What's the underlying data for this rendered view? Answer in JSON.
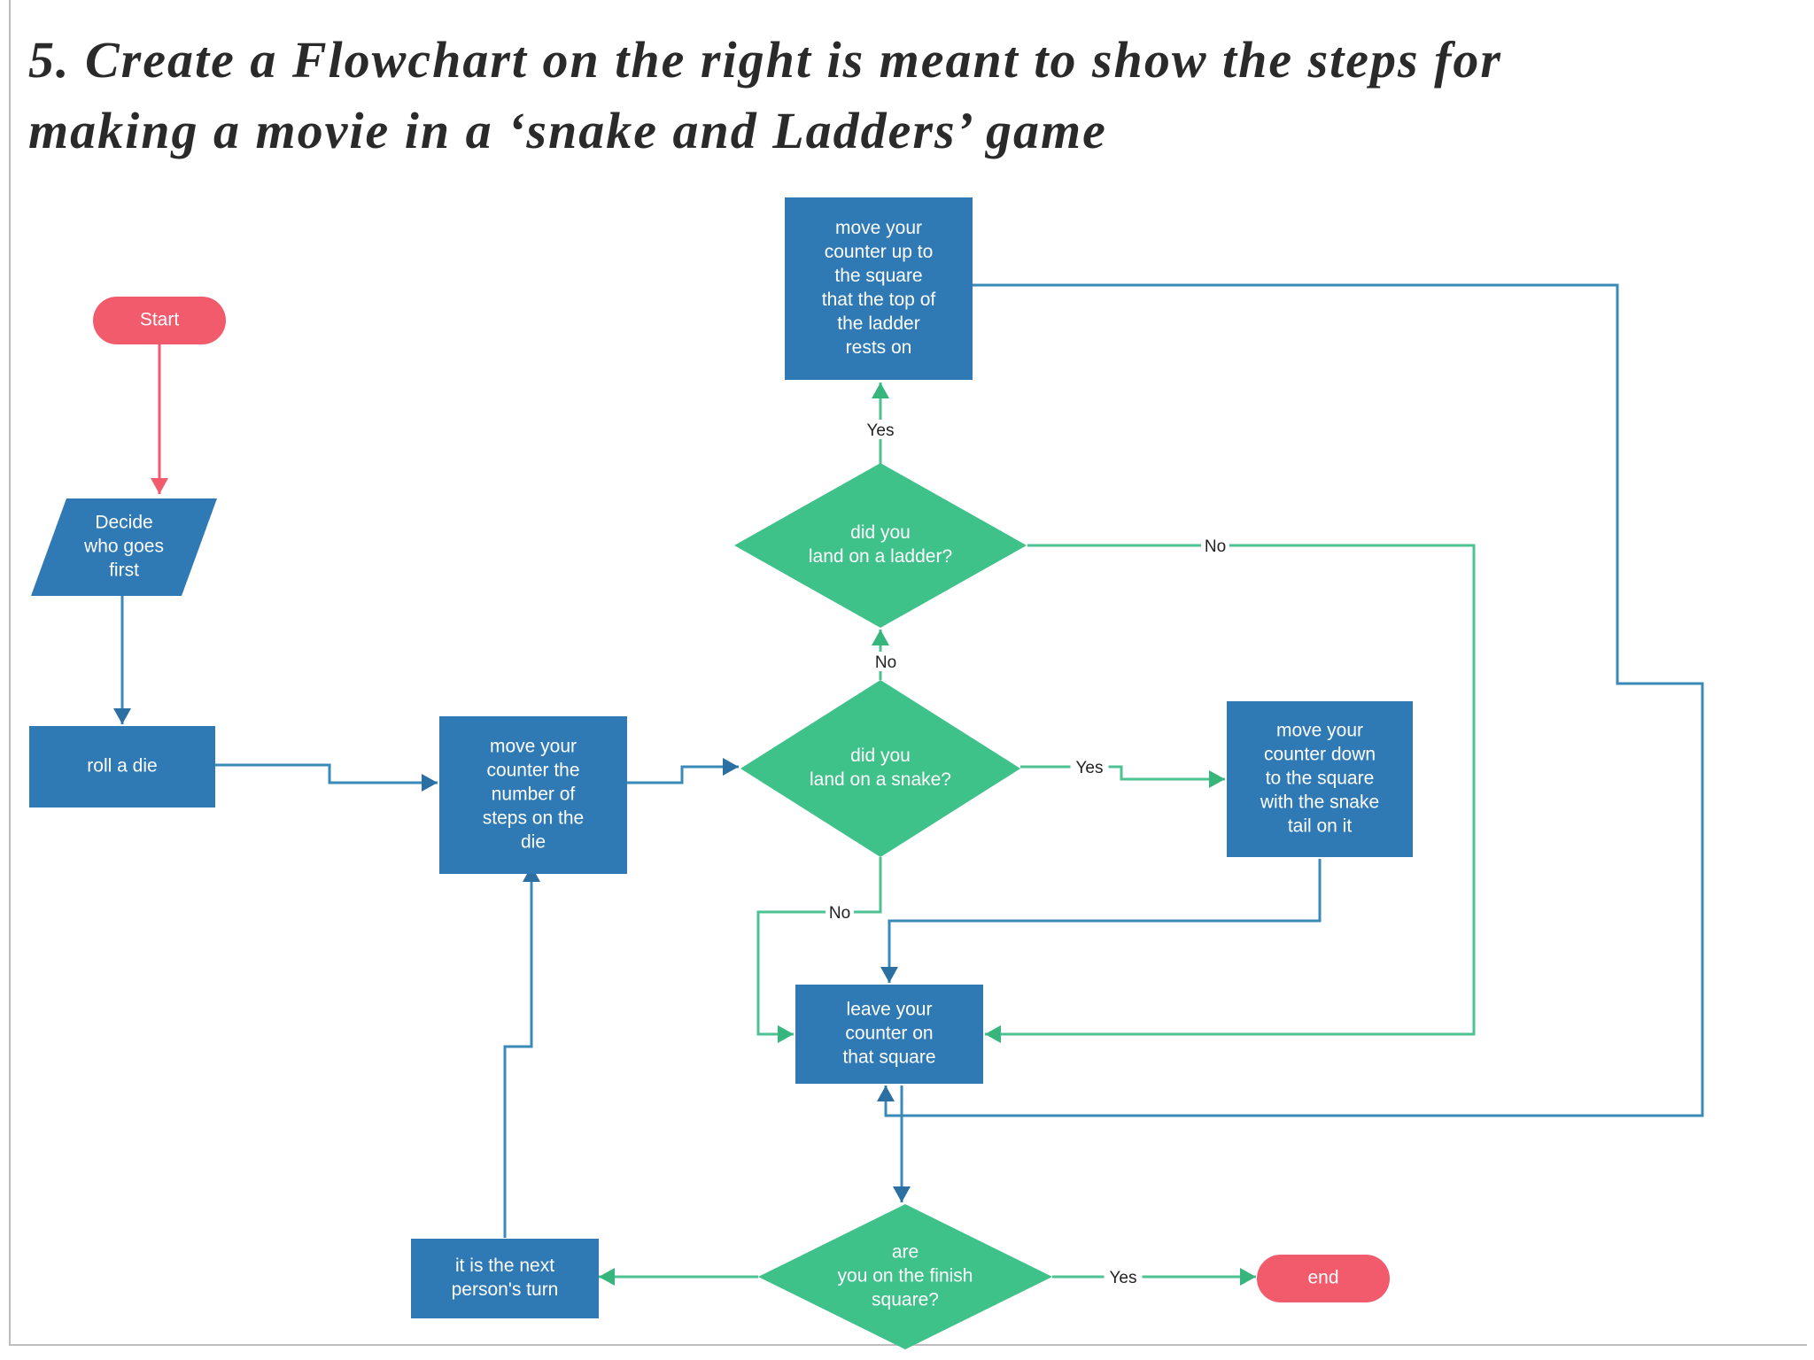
{
  "title": {
    "line1": "5. Create a Flowchart on the right is meant to show the steps for",
    "line2": "making a movie in a ‘snake and Ladders’ game"
  },
  "colors": {
    "process": "#2f7ab5",
    "decision": "#3fc18a",
    "terminal": "#f15b6c",
    "start_edge": "#f15b6c",
    "edge_blue": "#3a8ab8",
    "edge_green": "#4fc294",
    "arrow_blue": "#2c6fa3",
    "arrow_green": "#36b67c"
  },
  "flowchart": {
    "nodes": [
      {
        "id": "start",
        "shape": "terminal",
        "lines": [
          "Start"
        ]
      },
      {
        "id": "decide",
        "shape": "io",
        "lines": [
          "Decide",
          "who goes",
          "first"
        ]
      },
      {
        "id": "roll",
        "shape": "process",
        "lines": [
          "roll a die"
        ]
      },
      {
        "id": "move_steps",
        "shape": "process",
        "lines": [
          "move your",
          "counter the",
          "number of",
          "steps on the",
          "die"
        ]
      },
      {
        "id": "snake_q",
        "shape": "decision",
        "lines": [
          "did you",
          "land on a snake?"
        ]
      },
      {
        "id": "ladder_q",
        "shape": "decision",
        "lines": [
          "did you",
          "land on a ladder?"
        ]
      },
      {
        "id": "move_up",
        "shape": "process",
        "lines": [
          "move your",
          "counter up to",
          "the square",
          "that the top of",
          "the ladder",
          "rests on"
        ]
      },
      {
        "id": "move_down",
        "shape": "process",
        "lines": [
          "move your",
          "counter down",
          "to the square",
          "with the snake",
          "tail on it"
        ]
      },
      {
        "id": "leave",
        "shape": "process",
        "lines": [
          "leave your",
          "counter on",
          "that square"
        ]
      },
      {
        "id": "finish_q",
        "shape": "decision",
        "lines": [
          "are",
          "you on the finish",
          "square?"
        ]
      },
      {
        "id": "next_turn",
        "shape": "process",
        "lines": [
          "it is the next",
          "person's turn"
        ]
      },
      {
        "id": "end",
        "shape": "terminal",
        "lines": [
          "end"
        ]
      }
    ],
    "edges": [
      {
        "id": "start-decide",
        "from": "start",
        "to": "decide",
        "label": ""
      },
      {
        "id": "decide-roll",
        "from": "decide",
        "to": "roll",
        "label": ""
      },
      {
        "id": "roll-move",
        "from": "roll",
        "to": "move_steps",
        "label": ""
      },
      {
        "id": "move-snake",
        "from": "move_steps",
        "to": "snake_q",
        "label": ""
      },
      {
        "id": "snake-ladder",
        "from": "snake_q",
        "to": "ladder_q",
        "label": "No"
      },
      {
        "id": "snake-down",
        "from": "snake_q",
        "to": "move_down",
        "label": "Yes"
      },
      {
        "id": "snake-leave",
        "from": "snake_q",
        "to": "leave",
        "label": "No"
      },
      {
        "id": "ladder-up",
        "from": "ladder_q",
        "to": "move_up",
        "label": "Yes"
      },
      {
        "id": "ladder-leave",
        "from": "ladder_q",
        "to": "leave",
        "label": "No"
      },
      {
        "id": "up-leave",
        "from": "move_up",
        "to": "leave",
        "label": ""
      },
      {
        "id": "down-leave",
        "from": "move_down",
        "to": "leave",
        "label": ""
      },
      {
        "id": "leave-finish",
        "from": "leave",
        "to": "finish_q",
        "label": ""
      },
      {
        "id": "finish-next",
        "from": "finish_q",
        "to": "next_turn",
        "label": ""
      },
      {
        "id": "finish-end",
        "from": "finish_q",
        "to": "end",
        "label": "Yes"
      },
      {
        "id": "next-move",
        "from": "next_turn",
        "to": "move_steps",
        "label": ""
      }
    ]
  }
}
